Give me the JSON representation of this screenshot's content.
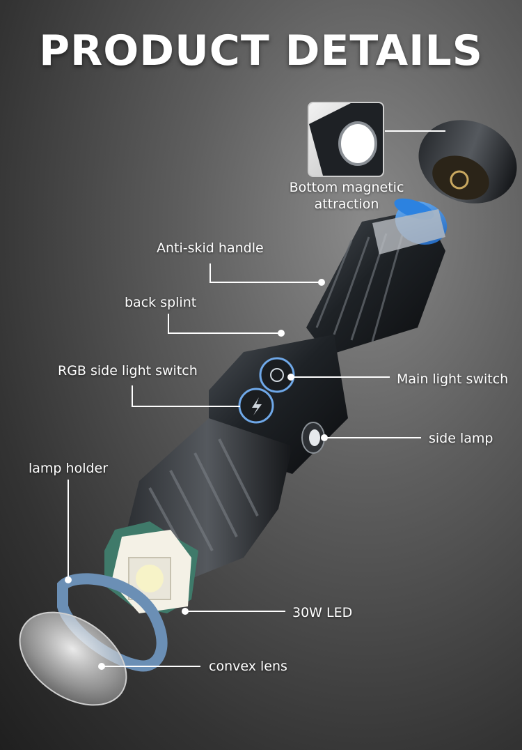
{
  "title": "PRODUCT DETAILS",
  "labels": {
    "bottom_magnetic_line1": "Bottom magnetic",
    "bottom_magnetic_line2": "attraction",
    "anti_skid": "Anti-skid handle",
    "back_splint": "back splint",
    "rgb_switch": "RGB side light switch",
    "main_switch": "Main light switch",
    "side_lamp": "side lamp",
    "lamp_holder": "lamp holder",
    "led": "30W LED",
    "convex_lens": "convex lens"
  },
  "colors": {
    "accent_blue": "#2f7fd8",
    "body_dark": "#1c1f22",
    "line_white": "#ffffff"
  }
}
